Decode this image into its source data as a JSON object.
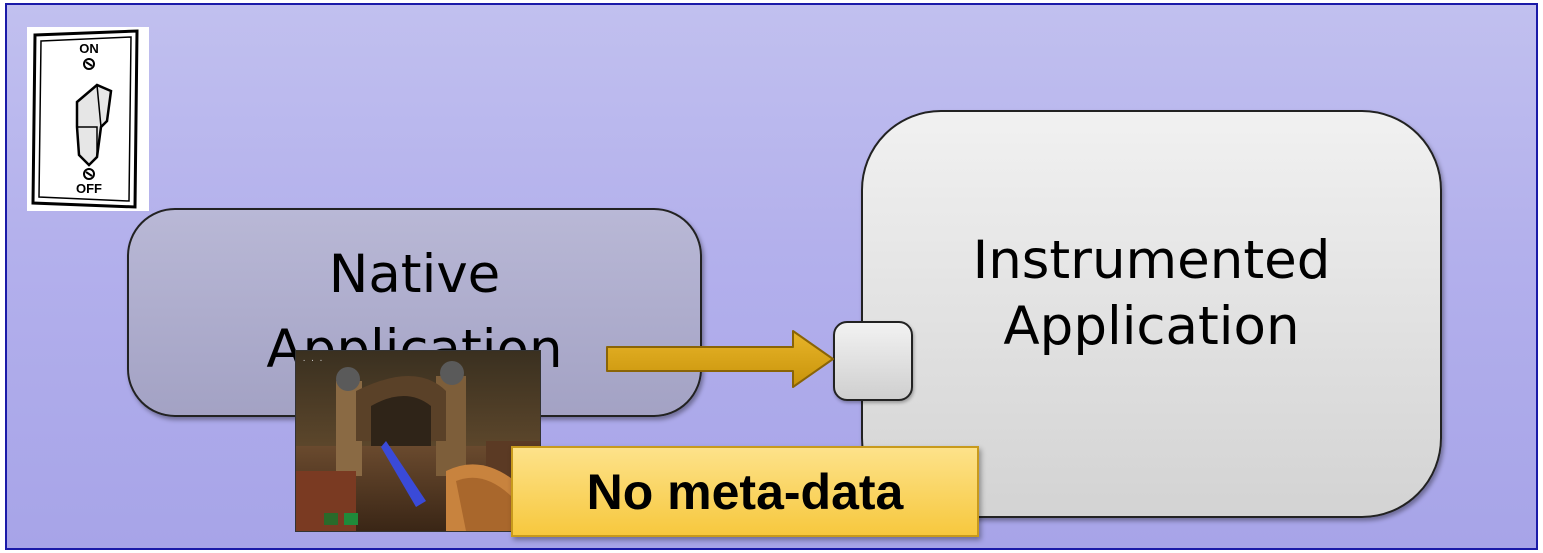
{
  "switch_icon": {
    "on_label": "ON",
    "off_label": "OFF"
  },
  "native_box": {
    "line1": "Native",
    "line2": "Application"
  },
  "instrumented_box": {
    "line1": "Instrumented",
    "line2": "Application"
  },
  "note": {
    "label": "No meta-data"
  },
  "colors": {
    "background": "#b3b0ec",
    "border": "#1a1aa8",
    "arrow_fill": "#d29f0a",
    "note_fill": "#f7c83e"
  }
}
